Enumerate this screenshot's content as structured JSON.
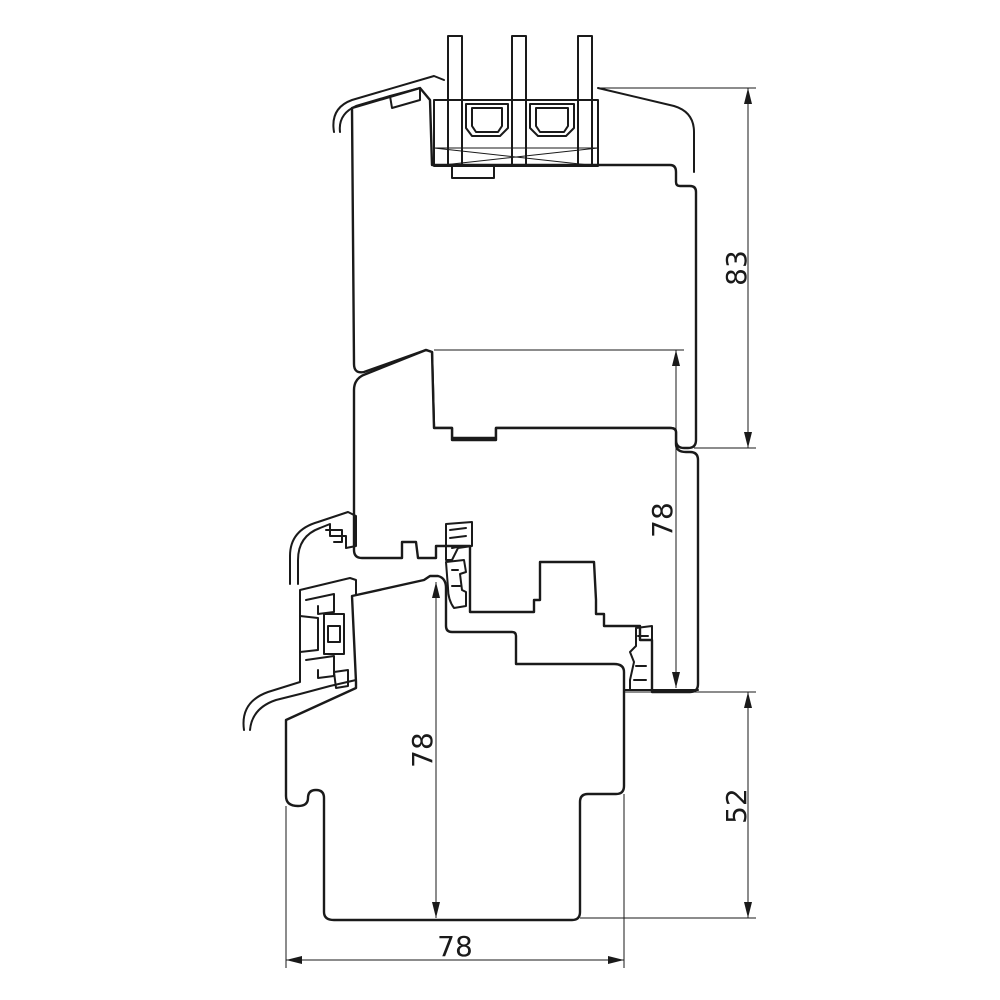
{
  "drawing": {
    "type": "window frame cross-section",
    "line_color": "#1a1a1a",
    "background": "#ffffff",
    "dimensions": {
      "upper_sash_height": "83",
      "sash_depth": "78",
      "frame_depth_vertical": "78",
      "sill_height": "52",
      "frame_width": "78"
    }
  }
}
